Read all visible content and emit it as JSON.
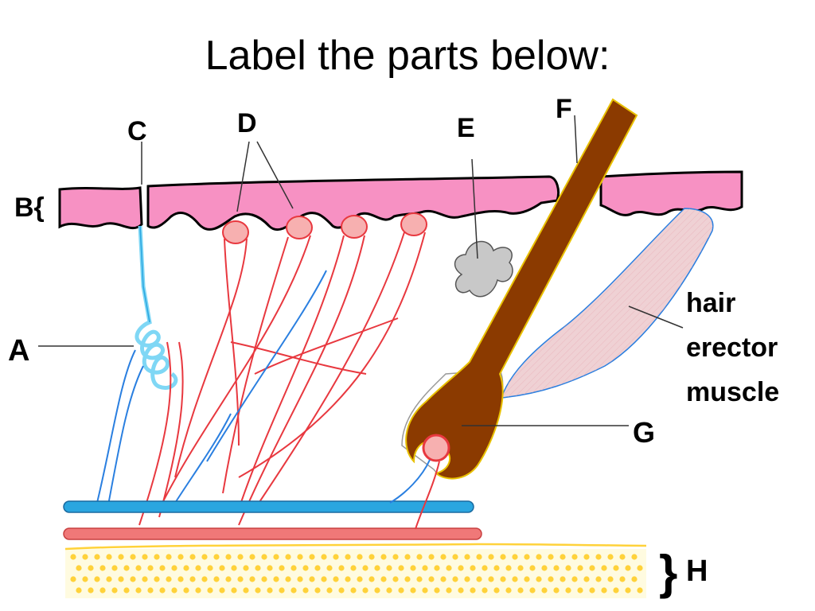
{
  "title": "Label the parts below:",
  "labels": {
    "a": "A",
    "b": "B{",
    "c": "C",
    "d": "D",
    "e": "E",
    "f": "F",
    "g": "G",
    "h": "H",
    "h_brace": "}"
  },
  "muscle_label": {
    "line1": "hair",
    "line2": "erector",
    "line3": "muscle"
  },
  "colors": {
    "epidermis": "#f791c3",
    "artery": "#e8383f",
    "vein": "#2aa6e0",
    "hair": "#8b3a00",
    "muscle": "#efd1d4",
    "fat": "#ffd23a",
    "gland": "#c8c8c8",
    "sweat_duct": "#7fd7f5"
  }
}
